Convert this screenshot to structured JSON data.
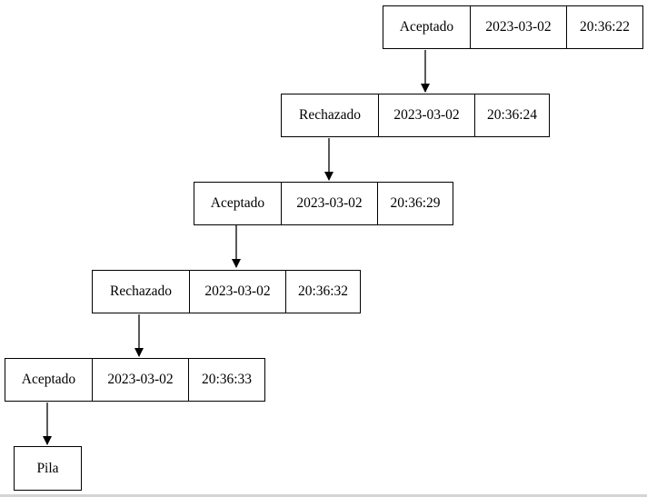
{
  "nodes": [
    {
      "estado": "Aceptado",
      "fecha": "2023-03-02",
      "hora": "20:36:22"
    },
    {
      "estado": "Rechazado",
      "fecha": "2023-03-02",
      "hora": "20:36:24"
    },
    {
      "estado": "Aceptado",
      "fecha": "2023-03-02",
      "hora": "20:36:29"
    },
    {
      "estado": "Rechazado",
      "fecha": "2023-03-02",
      "hora": "20:36:32"
    },
    {
      "estado": "Aceptado",
      "fecha": "2023-03-02",
      "hora": "20:36:33"
    }
  ],
  "end_node": {
    "label": "Pila"
  },
  "colors": {
    "stroke": "#000000",
    "fill": "#ffffff",
    "text": "#000000"
  }
}
